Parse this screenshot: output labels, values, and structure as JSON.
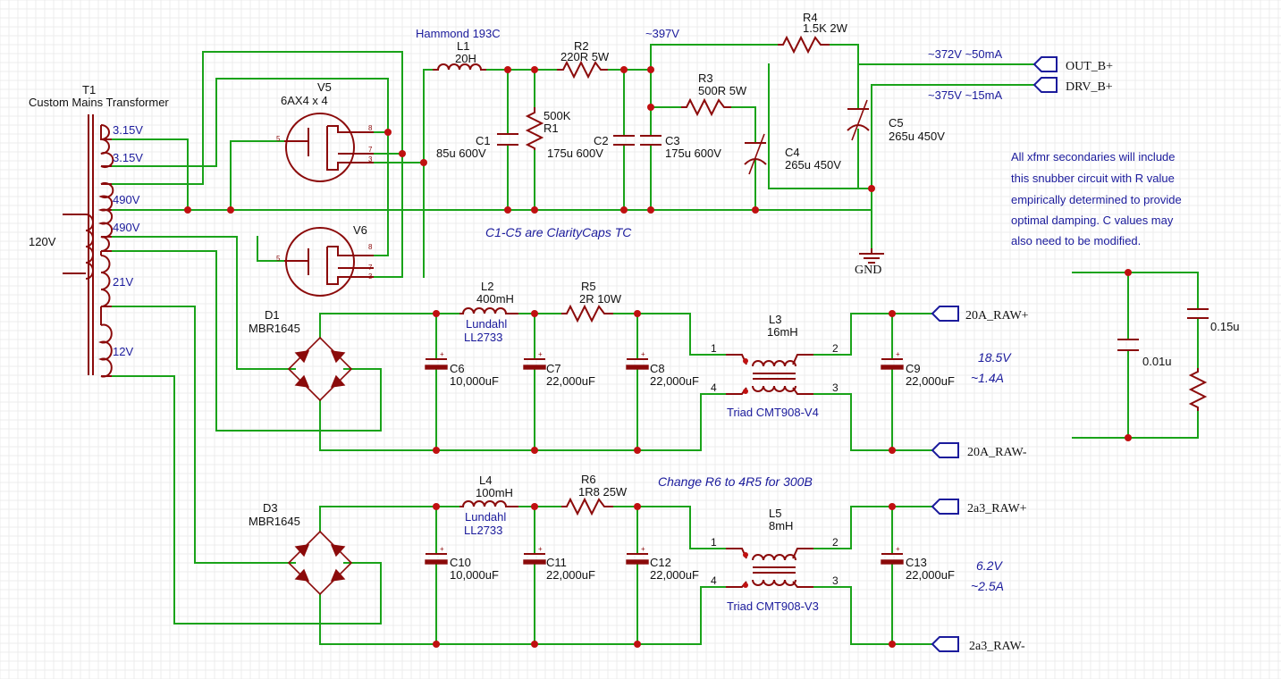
{
  "transformer": {
    "designator": "T1",
    "name": "Custom Mains Transformer",
    "primary_label": "120V",
    "secondaries": [
      "3.15V",
      "3.15V",
      "490V",
      "490V",
      "21V",
      "12V"
    ]
  },
  "tubes": {
    "v5_designator": "V5",
    "v5_value": "6AX4 x 4",
    "v6_designator": "V6",
    "pin_labels": [
      "5",
      "8",
      "7",
      "3"
    ]
  },
  "components": {
    "l1": {
      "header": "Hammond 193C",
      "designator": "L1",
      "value": "20H"
    },
    "r2": {
      "designator": "R2",
      "value": "220R 5W"
    },
    "r1": {
      "value": "500K",
      "designator": "R1"
    },
    "c1": {
      "designator": "C1",
      "value": "85u 600V"
    },
    "c2": {
      "designator": "C2",
      "value": "175u 600V"
    },
    "c3": {
      "designator": "C3",
      "value": "175u 600V"
    },
    "r3": {
      "designator": "R3",
      "value": "500R 5W"
    },
    "r4": {
      "designator": "R4",
      "value": "1.5K 2W"
    },
    "c4": {
      "designator": "C4",
      "value": "265u 450V"
    },
    "c5": {
      "designator": "C5",
      "value": "265u 450V"
    },
    "d1": {
      "designator": "D1",
      "value": "MBR1645"
    },
    "d3": {
      "designator": "D3",
      "value": "MBR1645"
    },
    "l2": {
      "designator": "L2",
      "value": "400mH",
      "part1": "Lundahl",
      "part2": "LL2733"
    },
    "l4": {
      "designator": "L4",
      "value": "100mH",
      "part1": "Lundahl",
      "part2": "LL2733"
    },
    "r5": {
      "designator": "R5",
      "value": "2R 10W"
    },
    "r6": {
      "designator": "R6",
      "value": "1R8 25W"
    },
    "c6": {
      "designator": "C6",
      "value": "10,000uF"
    },
    "c7": {
      "designator": "C7",
      "value": "22,000uF"
    },
    "c8": {
      "designator": "C8",
      "value": "22,000uF"
    },
    "c9": {
      "designator": "C9",
      "value": "22,000uF"
    },
    "c10": {
      "designator": "C10",
      "value": "10,000uF"
    },
    "c11": {
      "designator": "C11",
      "value": "22,000uF"
    },
    "c12": {
      "designator": "C12",
      "value": "22,000uF"
    },
    "c13": {
      "designator": "C13",
      "value": "22,000uF"
    },
    "l3": {
      "designator": "L3",
      "value": "16mH",
      "part": "Triad CMT908-V4"
    },
    "l5": {
      "designator": "L5",
      "value": "8mH",
      "part": "Triad CMT908-V3"
    },
    "choke_pins": [
      "1",
      "2",
      "4",
      "3"
    ]
  },
  "nets": {
    "out_b": "OUT_B+",
    "drv_b": "DRV_B+",
    "gnd": "GND",
    "a20_pos": "20A_RAW+",
    "a20_neg": "20A_RAW-",
    "a2a3_pos": "2a3_RAW+",
    "a2a3_neg": "2a3_RAW-"
  },
  "annotations": {
    "v397": "~397V",
    "out_b_spec": "~372V ~50mA",
    "drv_b_spec": "~375V ~15mA",
    "claritycaps": "C1-C5 are ClarityCaps TC",
    "r6_note": "Change R6 to 4R5 for 300B",
    "rail20_v": "18.5V",
    "rail20_a": "~1.4A",
    "rail2a3_v": "6.2V",
    "rail2a3_a": "~2.5A",
    "snubber_note": [
      "All xfmr secondaries will include",
      "this snubber circuit with R value",
      "empirically determined to provide",
      "optimal damping. C values may",
      "also need to be modified."
    ]
  },
  "snubber": {
    "c_a": "0.01u",
    "c_b": "0.15u"
  },
  "colors": {
    "wire": "#1aa31a",
    "part": "#8b0a0a",
    "junction": "#c01010",
    "note": "#1b1b9c",
    "grid": "#ececec"
  }
}
